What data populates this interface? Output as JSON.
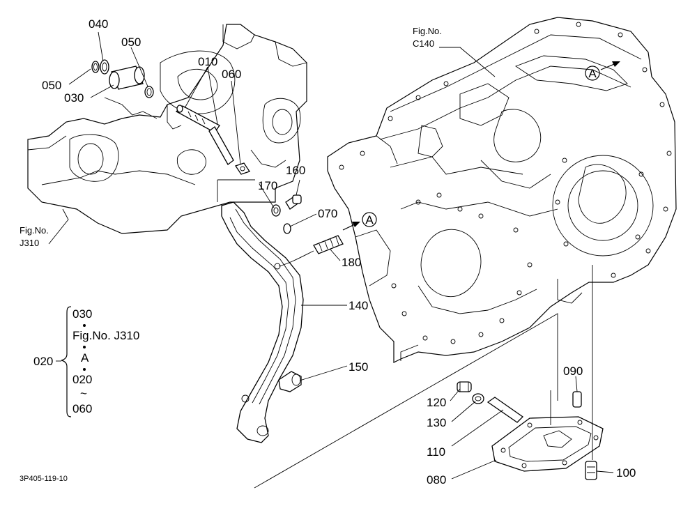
{
  "diagram": {
    "drawing_code": "3P405-119-10",
    "references": {
      "c140": {
        "line1": "Fig.No.",
        "line2": "C140"
      },
      "j310": {
        "line1": "Fig.No.",
        "line2": "J310"
      }
    },
    "arrow_marks": {
      "a_right": "A",
      "a_left": "A"
    },
    "callouts": {
      "p010": "010",
      "p030": "030",
      "p040": "040",
      "p050a": "050",
      "p050b": "050",
      "p060": "060",
      "p070": "070",
      "p080": "080",
      "p090": "090",
      "p100": "100",
      "p110": "110",
      "p120": "120",
      "p130": "130",
      "p140": "140",
      "p150": "150",
      "p160": "160",
      "p170": "170",
      "p180": "180"
    },
    "legend": {
      "label": "020",
      "line1": "030",
      "line2": "Fig.No. J310",
      "line3": "A",
      "line4": "020",
      "line5": "~",
      "line6": "060"
    }
  }
}
